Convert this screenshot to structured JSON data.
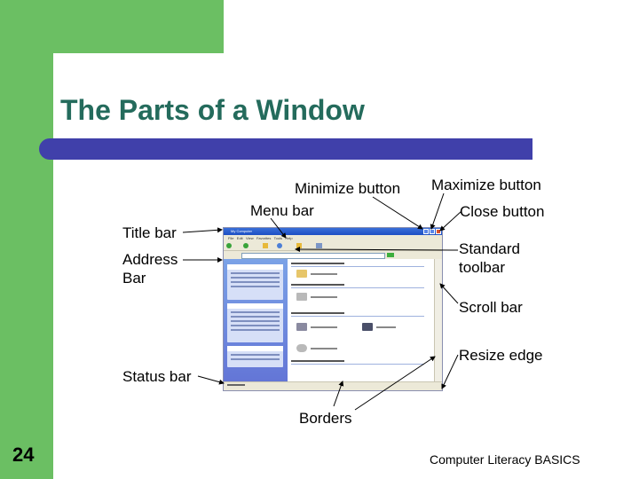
{
  "slide": {
    "title": "The Parts of a Window",
    "number": "24",
    "footer": "Computer Literacy BASICS"
  },
  "labels": {
    "minimize_button": "Minimize button",
    "menu_bar": "Menu bar",
    "maximize_button": "Maximize button",
    "close_button": "Close button",
    "title_bar": "Title bar",
    "address_bar_line1": "Address",
    "address_bar_line2": "Bar",
    "standard_toolbar_line1": "Standard",
    "standard_toolbar_line2": "toolbar",
    "scroll_bar": "Scroll bar",
    "resize_edge": "Resize edge",
    "status_bar": "Status bar",
    "borders": "Borders"
  },
  "colors": {
    "green_accent": "#6bbf63",
    "title_text": "#246b5c",
    "purple_bar": "#4040aa"
  }
}
